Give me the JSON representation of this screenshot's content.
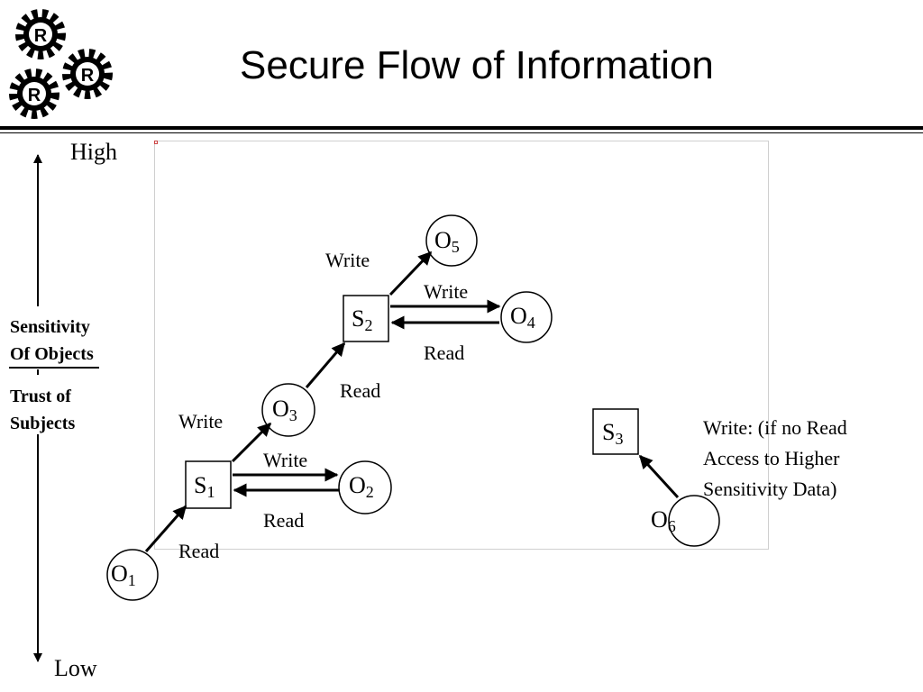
{
  "title": "Secure Flow of Information",
  "logo": {
    "letters": [
      "R",
      "R",
      "R"
    ]
  },
  "axis": {
    "high": "High",
    "low": "Low"
  },
  "side_labels": {
    "sensitivity": [
      "Sensitivity",
      "Of Objects"
    ],
    "trust": [
      "Trust of",
      "Subjects"
    ]
  },
  "nodes": {
    "O1": {
      "letter": "O",
      "sub": "1"
    },
    "S1": {
      "letter": "S",
      "sub": "1"
    },
    "O2": {
      "letter": "O",
      "sub": "2"
    },
    "O3": {
      "letter": "O",
      "sub": "3"
    },
    "S2": {
      "letter": "S",
      "sub": "2"
    },
    "O4": {
      "letter": "O",
      "sub": "4"
    },
    "O5": {
      "letter": "O",
      "sub": "5"
    },
    "S3": {
      "letter": "S",
      "sub": "3"
    },
    "O6": {
      "letter": "O",
      "sub": "6"
    }
  },
  "edge_labels": {
    "o1_s1": "Read",
    "s1_o3": "Write",
    "s1_o2_write": "Write",
    "o2_s1_read": "Read",
    "o3_s2": "Read",
    "s2_o5": "Write",
    "s2_o4_write": "Write",
    "o4_s2_read": "Read"
  },
  "note": [
    "Write: (if no Read",
    "Access to Higher",
    "Sensitivity Data)"
  ]
}
